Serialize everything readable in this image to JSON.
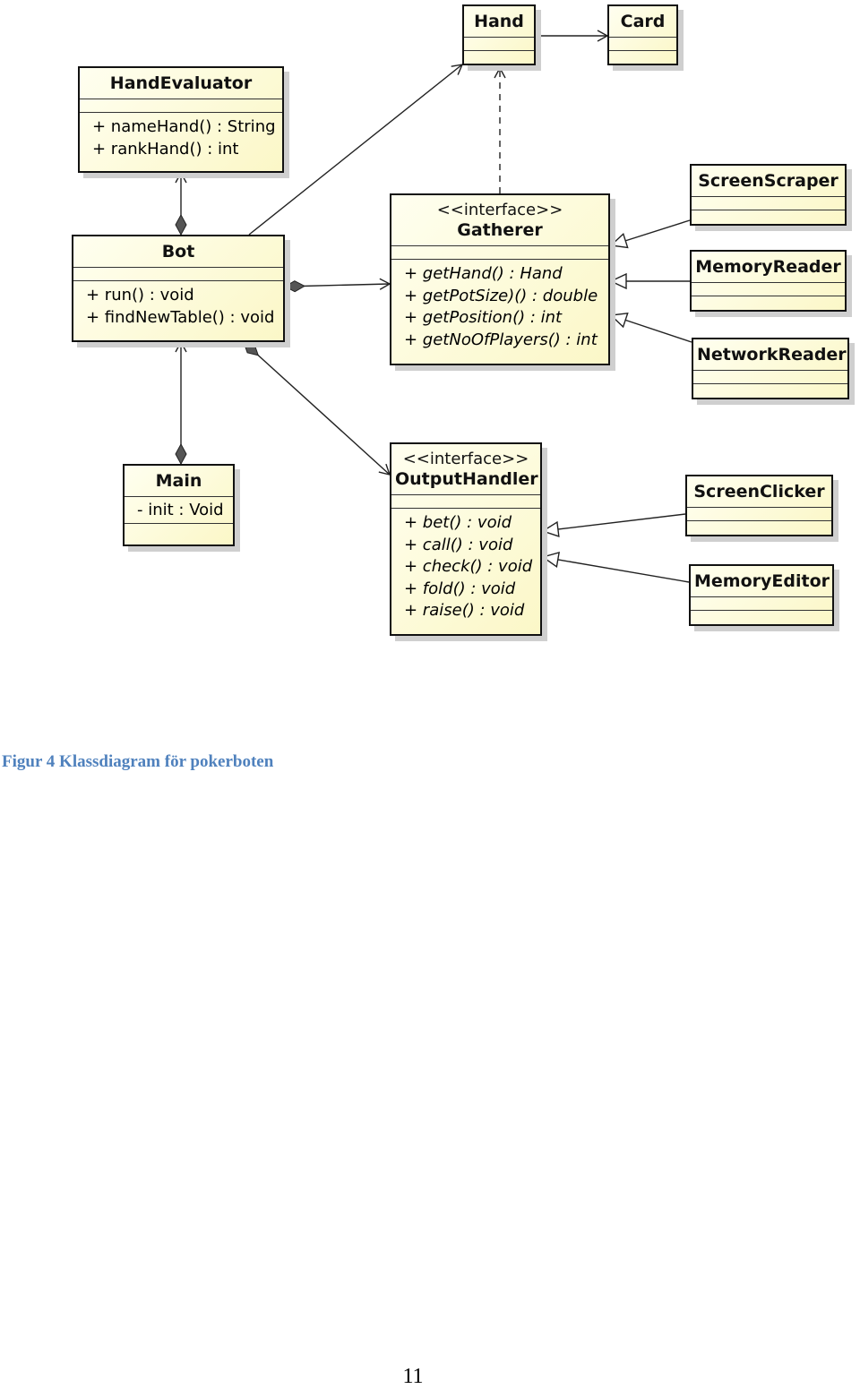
{
  "classes": {
    "hand": {
      "name": "Hand"
    },
    "card": {
      "name": "Card"
    },
    "hand_evaluator": {
      "name": "HandEvaluator",
      "operations": [
        "+ nameHand() : String",
        "+ rankHand() : int"
      ]
    },
    "bot": {
      "name": "Bot",
      "operations": [
        "+ run() : void",
        "+ findNewTable() : void"
      ]
    },
    "gatherer": {
      "stereotype": "<<interface>>",
      "name": "Gatherer",
      "operations": [
        "+ getHand() : Hand",
        "+ getPotSize)() : double",
        "+ getPosition() : int",
        "+ getNoOfPlayers() : int"
      ]
    },
    "screen_scraper": {
      "name": "ScreenScraper"
    },
    "memory_reader": {
      "name": "MemoryReader"
    },
    "network_reader": {
      "name": "NetworkReader"
    },
    "main": {
      "name": "Main",
      "attributes": [
        "- init : Void"
      ]
    },
    "output_handler": {
      "stereotype": "<<interface>>",
      "name": "OutputHandler",
      "operations": [
        "+ bet() : void",
        "+ call() : void",
        "+ check() : void",
        "+ fold() : void",
        "+ raise() : void"
      ]
    },
    "screen_clicker": {
      "name": "ScreenClicker"
    },
    "memory_editor": {
      "name": "MemoryEditor"
    }
  },
  "caption": "Figur 4 Klassdiagram för pokerboten",
  "page_number": "11",
  "colors": {
    "class_fill": "#fbf7c7",
    "caption": "#4f81bd"
  }
}
